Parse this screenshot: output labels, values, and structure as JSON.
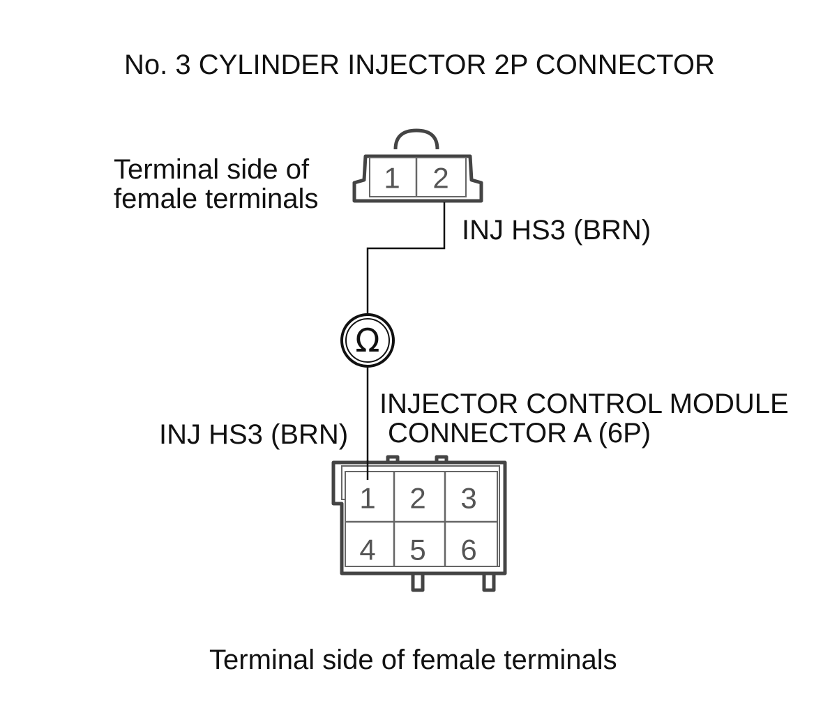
{
  "title": "No. 3 CYLINDER INJECTOR 2P CONNECTOR",
  "top_connector": {
    "side_label_line1": "Terminal side of",
    "side_label_line2": "female terminals",
    "pins": [
      "1",
      "2"
    ],
    "wire_label": "INJ HS3 (BRN)"
  },
  "meter": {
    "symbol": "Ω",
    "icon": "ohmmeter-icon"
  },
  "bottom_connector": {
    "name_line1": "INJECTOR CONTROL MODULE",
    "name_line2": "CONNECTOR A (6P)",
    "wire_label": "INJ HS3 (BRN)",
    "pins": [
      "1",
      "2",
      "3",
      "4",
      "5",
      "6"
    ],
    "side_label": "Terminal side of female terminals"
  },
  "colors": {
    "line": "#111111",
    "connector_outline": "#444444",
    "pin_text": "#555555"
  }
}
